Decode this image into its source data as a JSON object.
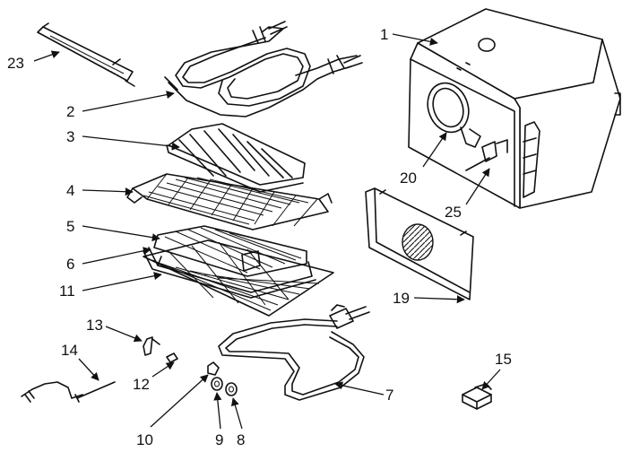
{
  "callouts": [
    {
      "id": "c1",
      "label": "1"
    },
    {
      "id": "c2",
      "label": "2"
    },
    {
      "id": "c3",
      "label": "3"
    },
    {
      "id": "c4",
      "label": "4"
    },
    {
      "id": "c5",
      "label": "5"
    },
    {
      "id": "c6",
      "label": "6"
    },
    {
      "id": "c7",
      "label": "7"
    },
    {
      "id": "c8",
      "label": "8"
    },
    {
      "id": "c9",
      "label": "9"
    },
    {
      "id": "c10",
      "label": "10"
    },
    {
      "id": "c11",
      "label": "11"
    },
    {
      "id": "c12",
      "label": "12"
    },
    {
      "id": "c13",
      "label": "13"
    },
    {
      "id": "c14",
      "label": "14"
    },
    {
      "id": "c15",
      "label": "15"
    },
    {
      "id": "c19",
      "label": "19"
    },
    {
      "id": "c20",
      "label": "20"
    },
    {
      "id": "c23",
      "label": "23"
    },
    {
      "id": "c25",
      "label": "25"
    }
  ]
}
